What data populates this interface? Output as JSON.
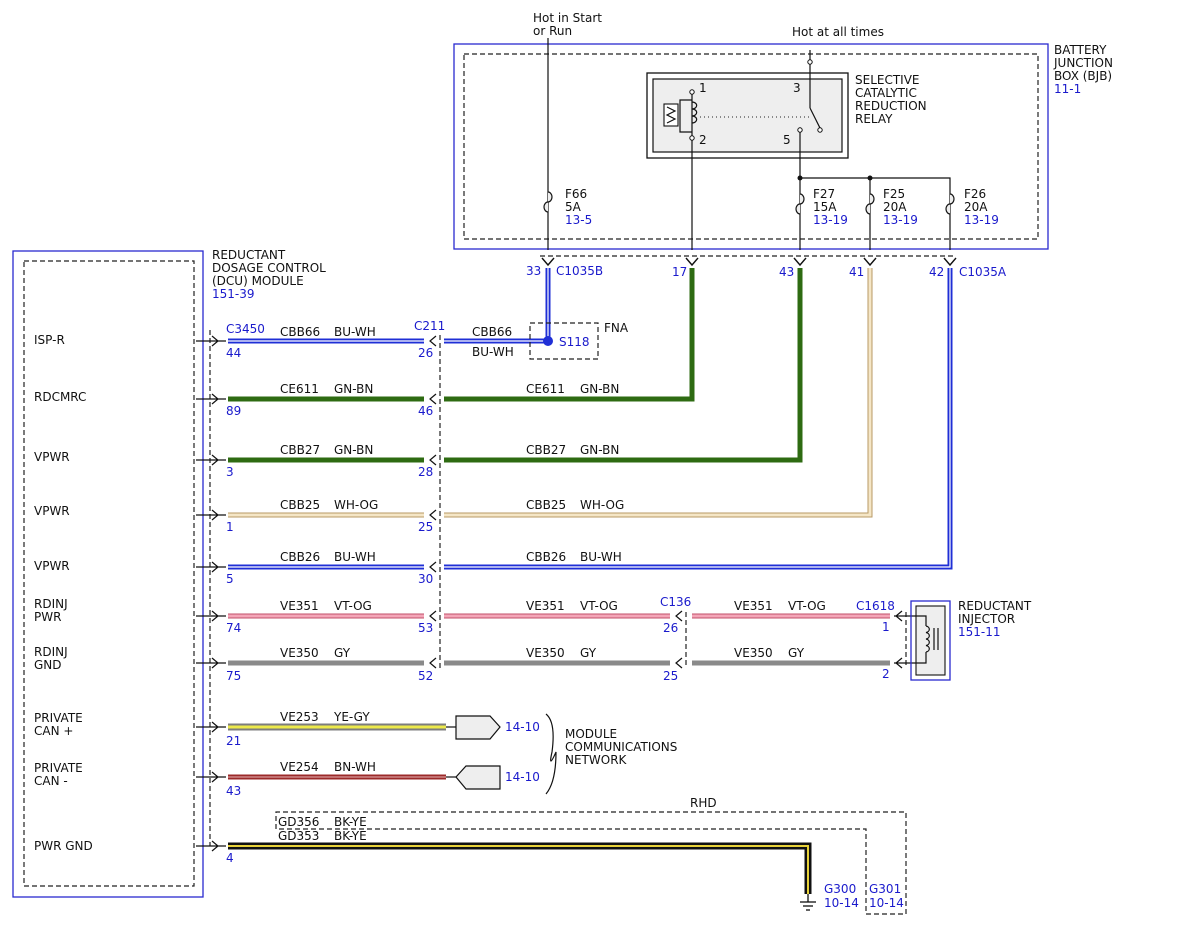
{
  "bjb": {
    "title_lines": [
      "BATTERY",
      "JUNCTION",
      "BOX (BJB)"
    ],
    "ref": "11-1",
    "hot_start_run": [
      "Hot in Start",
      "or Run"
    ],
    "hot_all_times": "Hot at all times"
  },
  "relay": {
    "name_lines": [
      "SELECTIVE",
      "CATALYTIC",
      "REDUCTION",
      "RELAY"
    ],
    "pins": [
      "1",
      "2",
      "3",
      "5"
    ]
  },
  "fuses": [
    {
      "name": "F66",
      "rating": "5A",
      "ref": "13-5"
    },
    {
      "name": "F27",
      "rating": "15A",
      "ref": "13-19"
    },
    {
      "name": "F25",
      "rating": "20A",
      "ref": "13-19"
    },
    {
      "name": "F26",
      "rating": "20A",
      "ref": "13-19"
    }
  ],
  "connectors": {
    "c1035b": "C1035B",
    "c1035a": "C1035A",
    "c3450": "C3450",
    "c211": "C211",
    "c136": "C136",
    "c1618": "C1618"
  },
  "bjb_pins": [
    "33",
    "17",
    "43",
    "41",
    "42"
  ],
  "splice": {
    "label": "S118",
    "fna": "FNA"
  },
  "dcu": {
    "title_lines": [
      "REDUCTANT",
      "DOSAGE CONTROL",
      "(DCU) MODULE"
    ],
    "ref": "151-39",
    "pins": [
      {
        "lines": [
          "ISP-R"
        ],
        "pin": "44"
      },
      {
        "lines": [
          "RDCMRC"
        ],
        "pin": "89"
      },
      {
        "lines": [
          "VPWR"
        ],
        "pin": "3"
      },
      {
        "lines": [
          "VPWR"
        ],
        "pin": "1"
      },
      {
        "lines": [
          "VPWR"
        ],
        "pin": "5"
      },
      {
        "lines": [
          "RDINJ",
          "PWR"
        ],
        "pin": "74"
      },
      {
        "lines": [
          "RDINJ",
          "GND"
        ],
        "pin": "75"
      },
      {
        "lines": [
          "PRIVATE",
          "CAN +"
        ],
        "pin": "21"
      },
      {
        "lines": [
          "PRIVATE",
          "CAN -"
        ],
        "pin": "43"
      },
      {
        "lines": [
          "PWR GND"
        ],
        "pin": "4"
      }
    ]
  },
  "wires": [
    {
      "circuit": "CBB66",
      "color": "BU-WH",
      "c211_pin": "26",
      "c1": "#1f2fd6",
      "c2": "#ffffff"
    },
    {
      "circuit": "CE611",
      "color": "GN-BN",
      "c211_pin": "46",
      "c1": "#2e6b12",
      "c2": "#2e6b12"
    },
    {
      "circuit": "CBB27",
      "color": "GN-BN",
      "c211_pin": "28",
      "c1": "#2e6b12",
      "c2": "#2e6b12"
    },
    {
      "circuit": "CBB25",
      "color": "WH-OG",
      "c211_pin": "25",
      "c1": "#e8d2a6",
      "c2": "#ffffff"
    },
    {
      "circuit": "CBB26",
      "color": "BU-WH",
      "c211_pin": "30",
      "c1": "#1f2fd6",
      "c2": "#ffffff"
    },
    {
      "circuit": "VE351",
      "color": "VT-OG",
      "c211_pin": "53",
      "c136_pin": "26",
      "c1618_pin": "1",
      "c1": "#f08ca2",
      "c2": "#f08ca2"
    },
    {
      "circuit": "VE350",
      "color": "GY",
      "c211_pin": "52",
      "c136_pin": "25",
      "c1618_pin": "2",
      "c1": "#8a8a8a",
      "c2": "#8a8a8a"
    }
  ],
  "can_wires": [
    {
      "circuit": "VE253",
      "color": "YE-GY",
      "ref": "14-10",
      "c1": "#e6e34a",
      "c2": "#7d7d7d"
    },
    {
      "circuit": "VE254",
      "color": "BN-WH",
      "ref": "14-10",
      "c1": "#9b2a2a",
      "c2": "#9b2a2a"
    }
  ],
  "network_lines": [
    "MODULE",
    "COMMUNICATIONS",
    "NETWORK"
  ],
  "injector": {
    "lines": [
      "REDUCTANT",
      "INJECTOR"
    ],
    "ref": "151-11"
  },
  "ground": {
    "rhd": "RHD",
    "wire1": {
      "circuit": "GD356",
      "color": "BK-YE"
    },
    "wire2": {
      "circuit": "GD353",
      "color": "BK-YE"
    },
    "g300": {
      "name": "G300",
      "ref": "10-14"
    },
    "g301": {
      "name": "G301",
      "ref": "10-14"
    }
  },
  "colors": {
    "blue_label": "#1a1acc",
    "box_blue": "#2a2ad0"
  }
}
